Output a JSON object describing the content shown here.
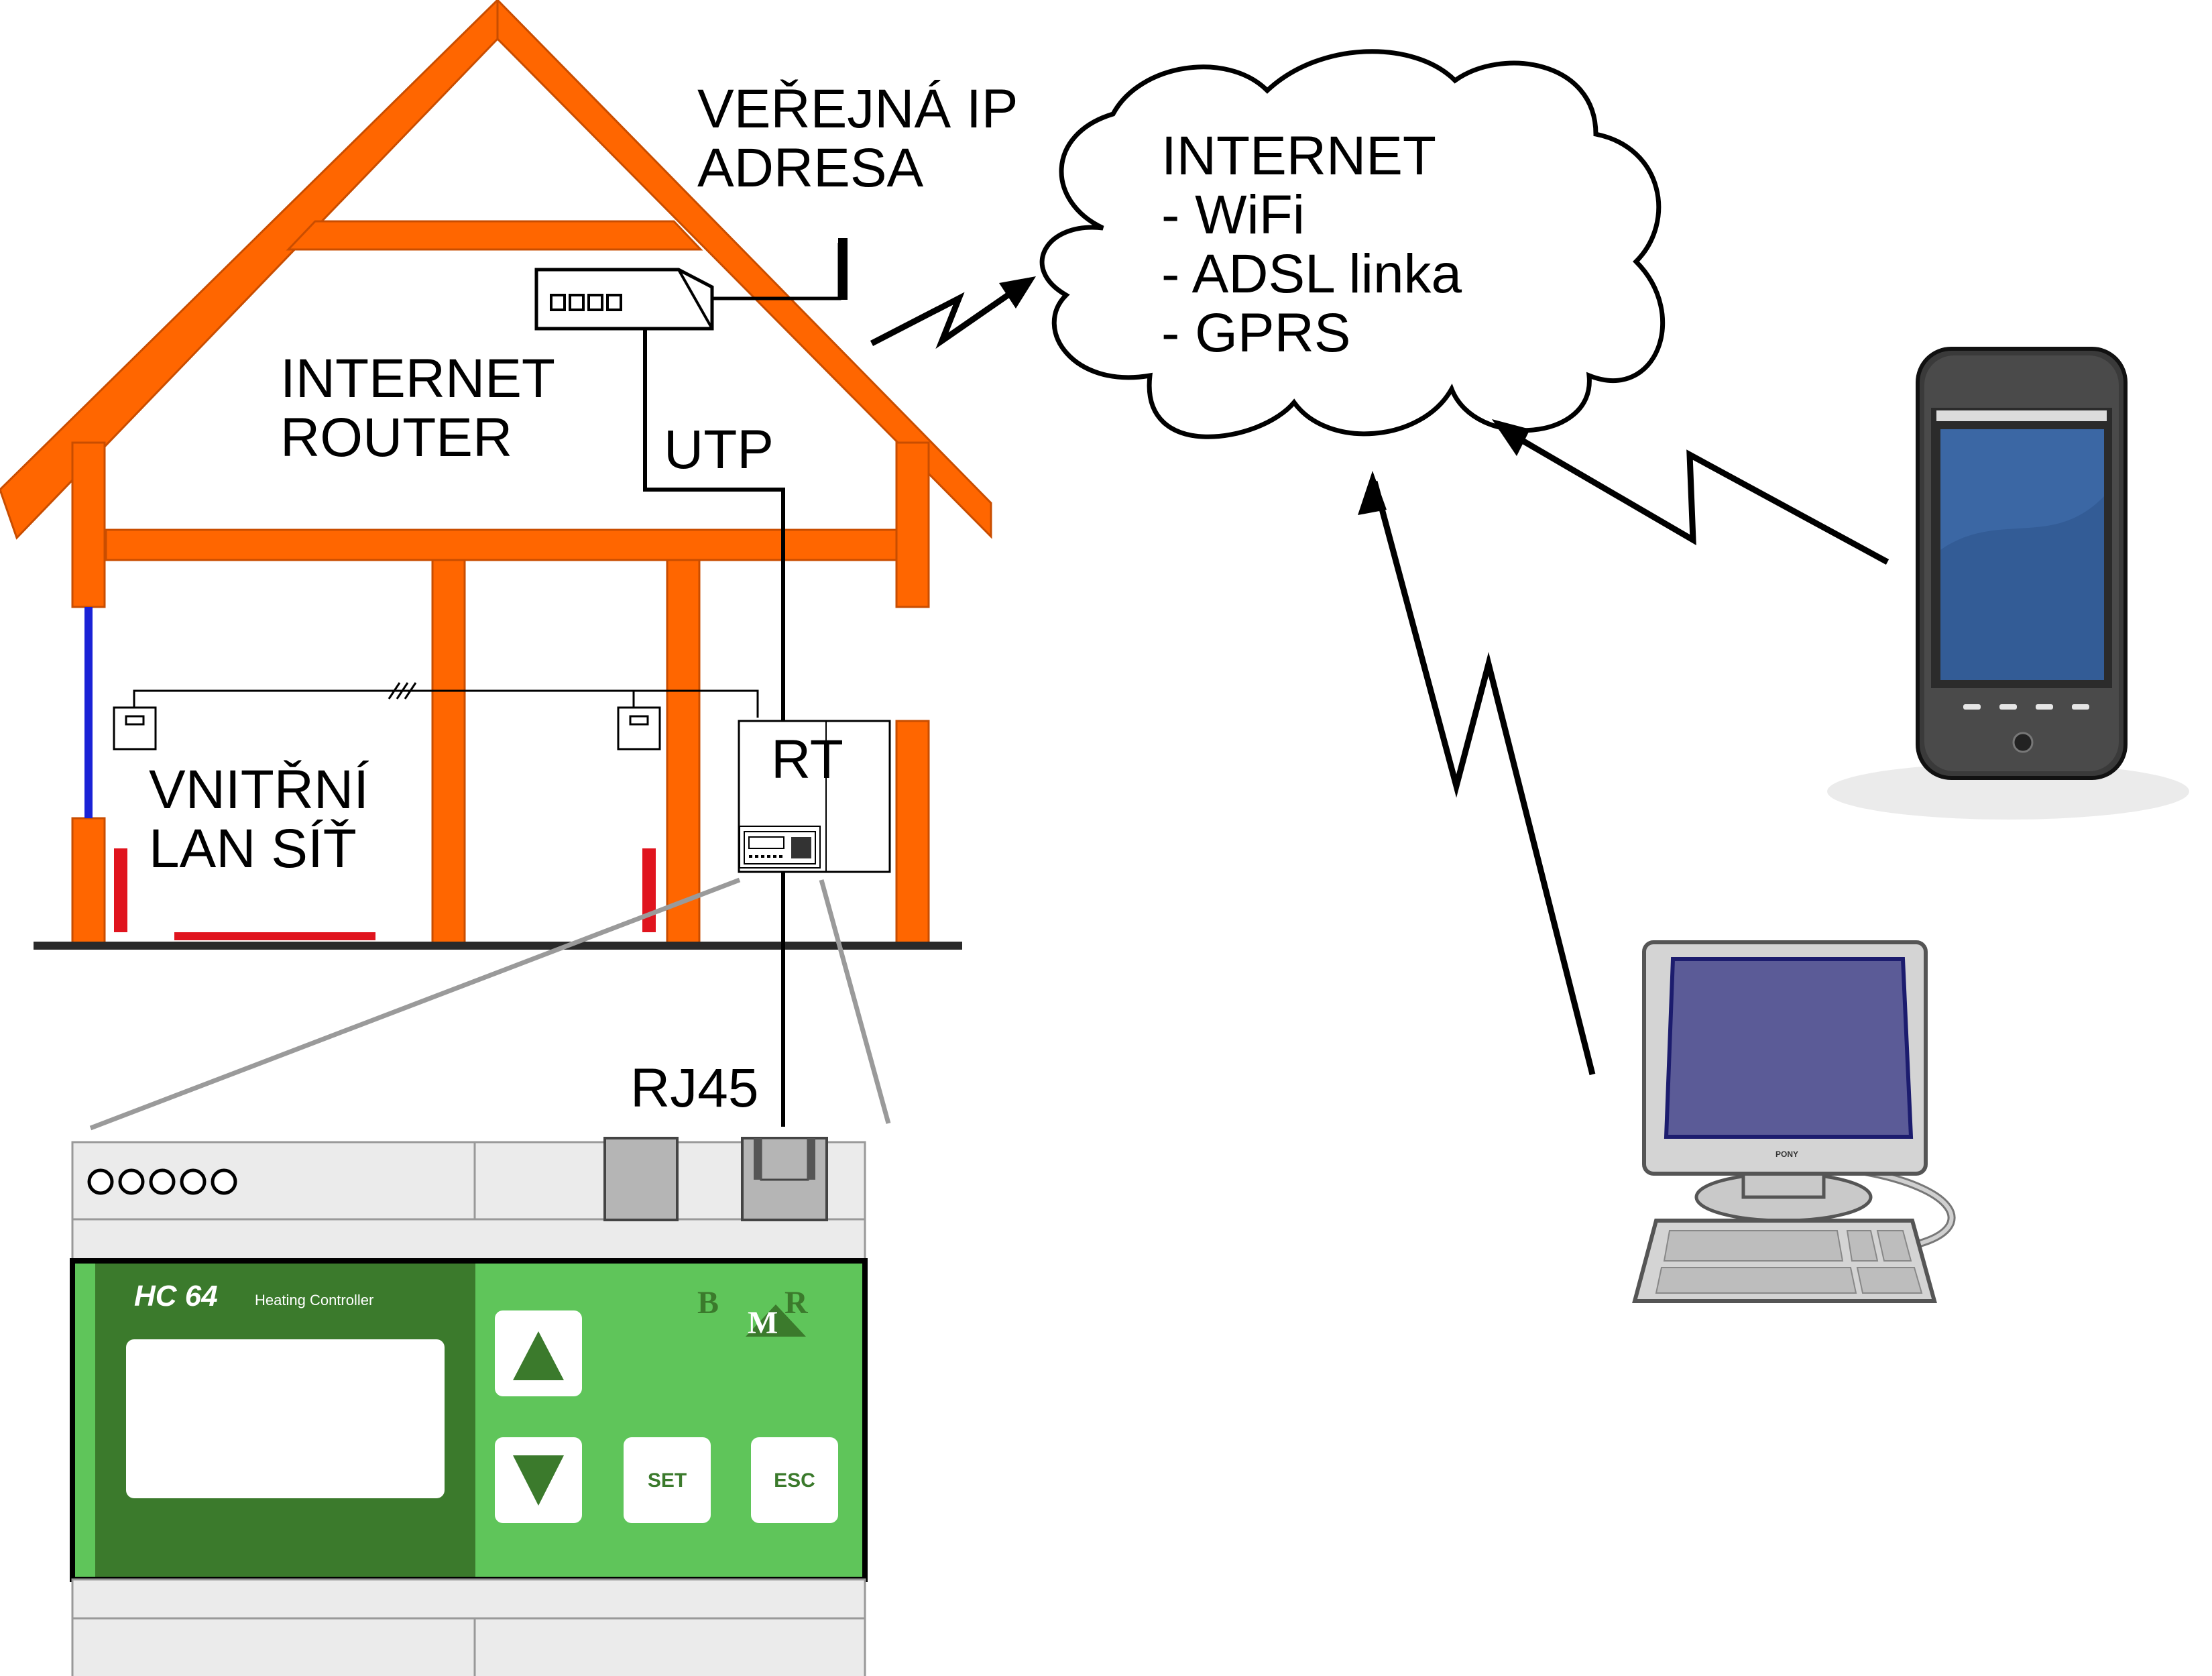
{
  "labels": {
    "public_ip": [
      "VEŘEJNÁ IP",
      "ADRESA"
    ],
    "internet_cloud": [
      "INTERNET",
      "- WiFi",
      "- ADSL linka",
      "- GPRS"
    ],
    "router": [
      "INTERNET",
      "ROUTER"
    ],
    "utp": "UTP",
    "lan": [
      "VNITŘNÍ",
      "LAN SÍŤ"
    ],
    "rt": "RT",
    "rj45": "RJ45"
  },
  "controller": {
    "model": "HC 64",
    "subtitle": "Heating Controller",
    "brand_letters": [
      "B",
      "M",
      "R"
    ],
    "buttons": {
      "up": "▲",
      "down": "▼",
      "set": "SET",
      "esc": "ESC"
    }
  },
  "monitor_brand": "PONY",
  "colors": {
    "house_frame": "#ff6600",
    "house_outline": "#e05500",
    "controller_dark": "#3b7a2c",
    "controller_light": "#5fc55a",
    "radiator": "#e0141e",
    "blue_pipe": "#1a22d6",
    "cable": "#000000",
    "zoom_line": "#9a9a9a"
  }
}
